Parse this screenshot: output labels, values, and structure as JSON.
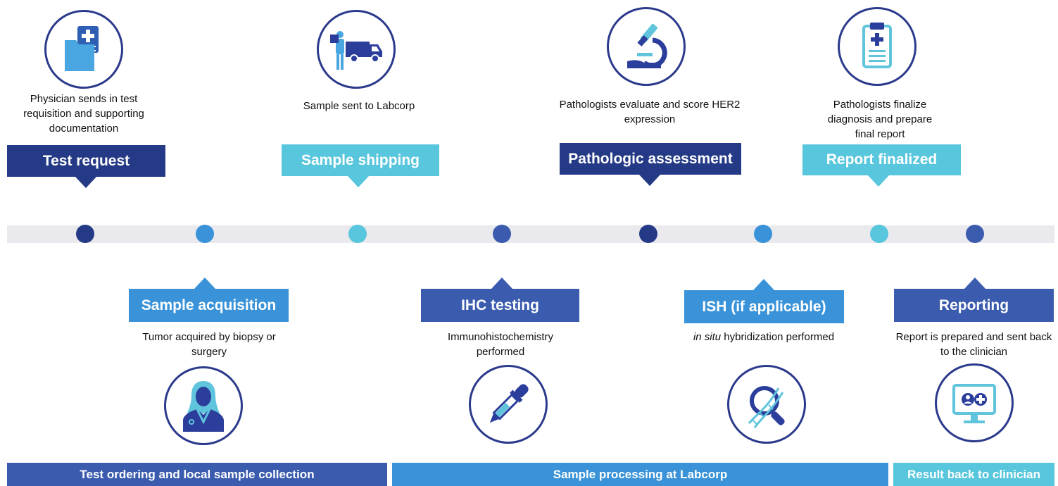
{
  "colors": {
    "navy": "#253a86",
    "medium": "#3b5cae",
    "blue": "#3a93d8",
    "cyan": "#58c6dc",
    "track": "#e9e9ee"
  },
  "steps_top": [
    {
      "label": "Test request",
      "description": "Physician sends in test requisition and supporting documentation",
      "icon": "folder-plus-icon"
    },
    {
      "label": "Sample shipping",
      "description": "Sample sent to Labcorp",
      "icon": "delivery-truck-icon"
    },
    {
      "label": "Pathologic assessment",
      "description": "Pathologists evaluate and score HER2 expression",
      "icon": "microscope-icon"
    },
    {
      "label": "Report finalized",
      "description": "Pathologists finalize diagnosis and prepare final report",
      "icon": "clipboard-icon"
    }
  ],
  "steps_bottom": [
    {
      "label": "Sample acquisition",
      "description": "Tumor acquired by biopsy or surgery",
      "icon": "doctor-icon"
    },
    {
      "label": "IHC testing",
      "description": "Immunohistochemistry performed",
      "icon": "dropper-icon"
    },
    {
      "label": "ISH (if applicable)",
      "description_italic": "in situ",
      "description_rest": " hybridization performed",
      "icon": "dna-magnifier-icon"
    },
    {
      "label": "Reporting",
      "description": "Report is prepared and sent back to the clinician",
      "icon": "monitor-icon"
    }
  ],
  "phases": [
    {
      "label": "Test ordering and local sample collection"
    },
    {
      "label": "Sample processing at Labcorp"
    },
    {
      "label": "Result back to clinician"
    }
  ]
}
